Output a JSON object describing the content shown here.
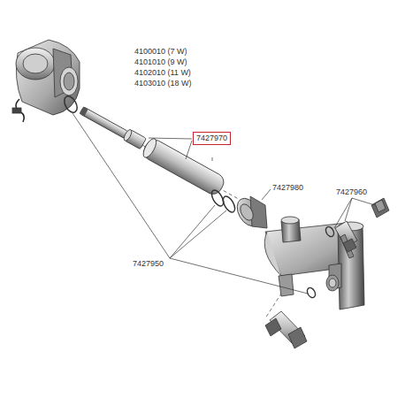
{
  "diagram": {
    "nodes": [
      {
        "text": [
          "7427970"
        ]
      }
    ],
    "labels": [
      "4100010 (7 W)",
      "4101010 (9 W)",
      "4102010 (11 W)",
      "4103010 (18 W)",
      "7427960",
      "7427980",
      "7427950"
    ]
  }
}
